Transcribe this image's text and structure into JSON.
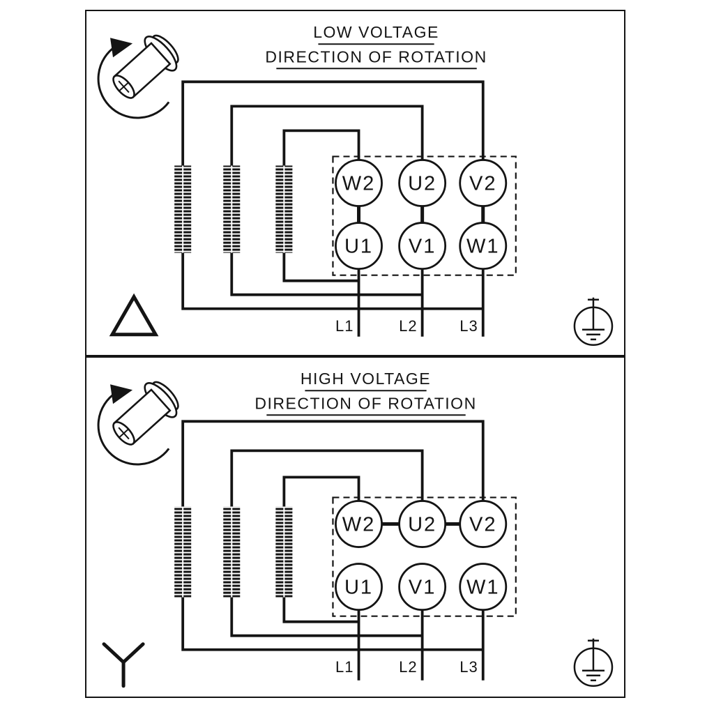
{
  "page": {
    "type": "motor-terminal-wiring-diagram"
  },
  "panels": [
    {
      "title": "LOW VOLTAGE",
      "subtitle": "DIRECTION OF ROTATION",
      "connection": "delta",
      "terminals": {
        "top": [
          "W2",
          "U2",
          "V2"
        ],
        "bottom": [
          "U1",
          "V1",
          "W1"
        ]
      },
      "supply_lines": [
        "L1",
        "L2",
        "L3"
      ],
      "icons": [
        "rotation-direction-motor-icon",
        "delta-connection-icon",
        "earth-ground-icon"
      ]
    },
    {
      "title": "HIGH VOLTAGE",
      "subtitle": "DIRECTION OF ROTATION",
      "connection": "star",
      "terminals": {
        "top": [
          "W2",
          "U2",
          "V2"
        ],
        "bottom": [
          "U1",
          "V1",
          "W1"
        ]
      },
      "supply_lines": [
        "L1",
        "L2",
        "L3"
      ],
      "icons": [
        "rotation-direction-motor-icon",
        "star-connection-icon",
        "earth-ground-icon"
      ]
    }
  ]
}
